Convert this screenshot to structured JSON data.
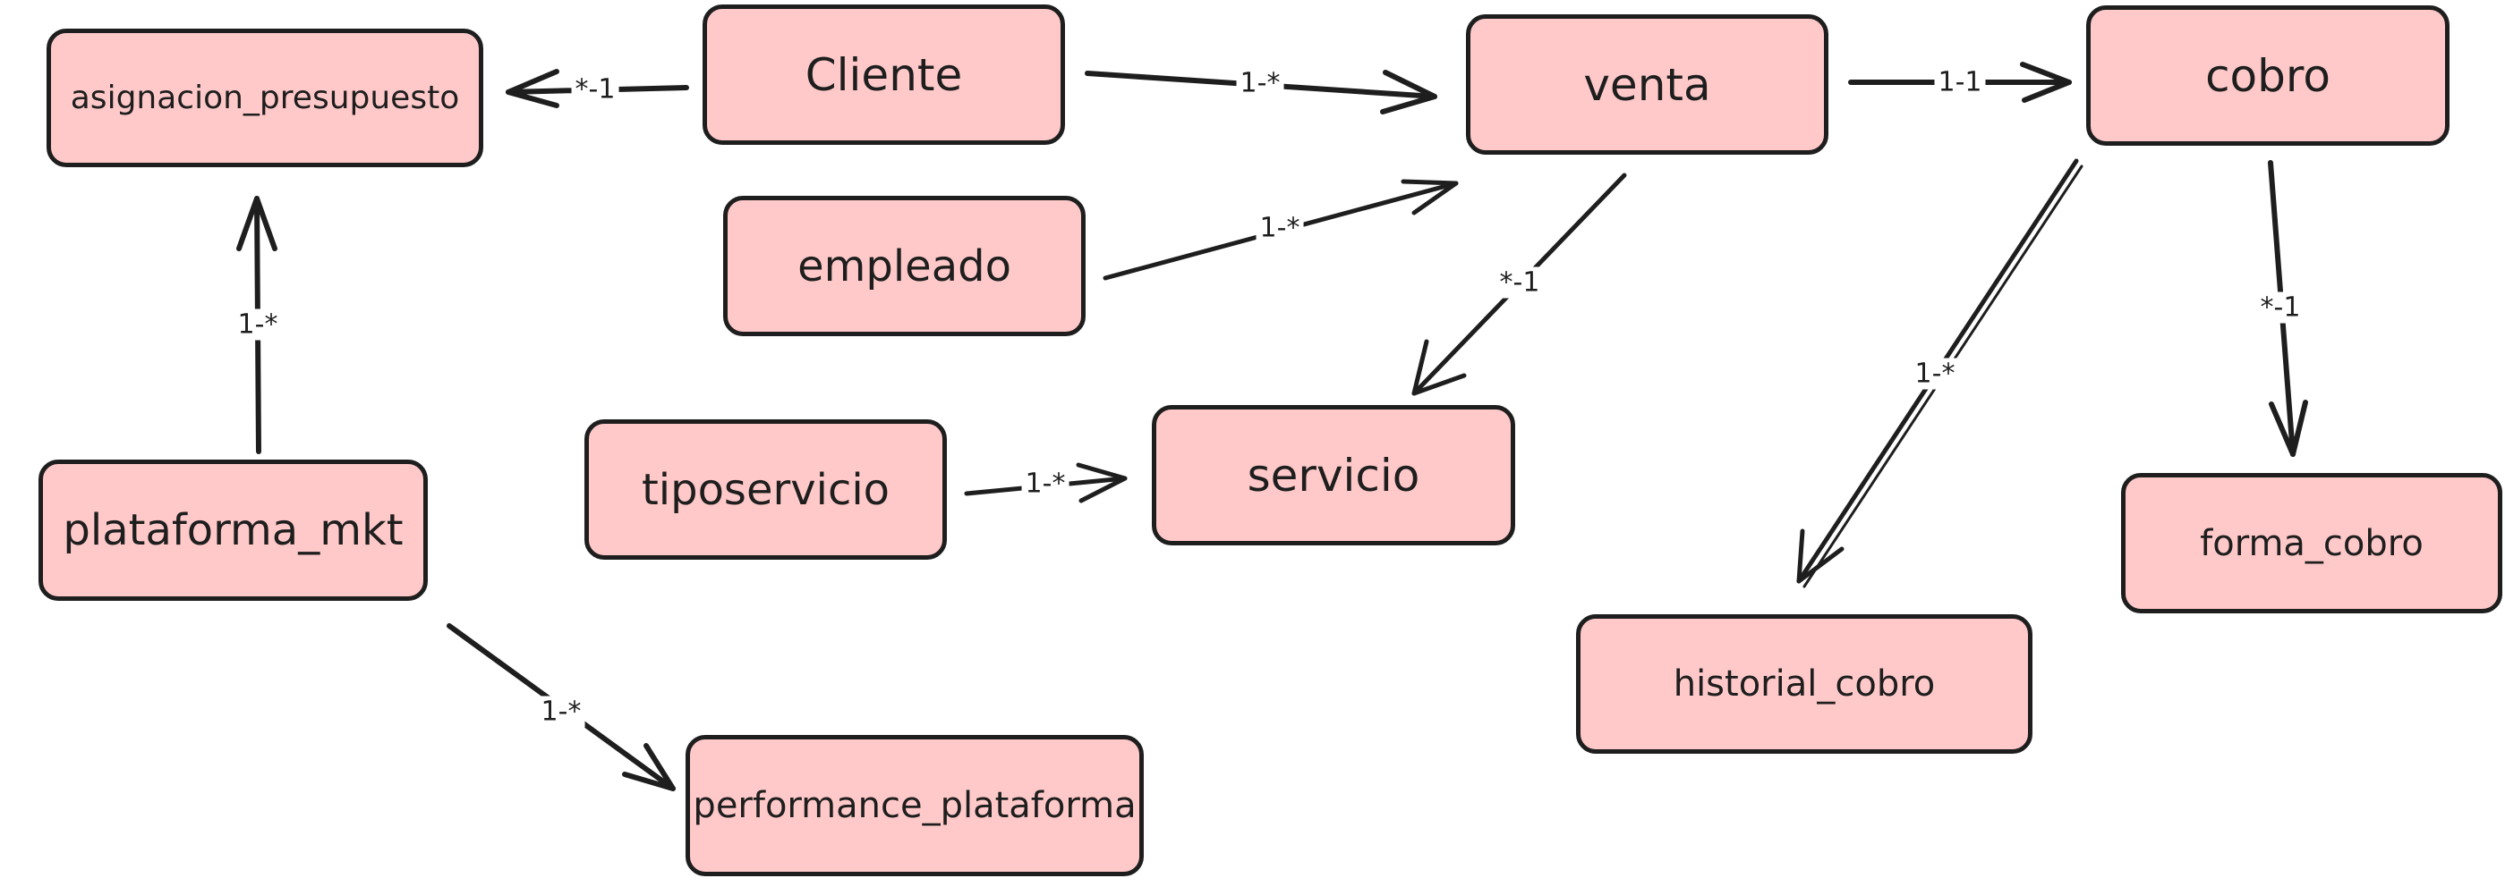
{
  "colors": {
    "node_fill": "#ffc9c9",
    "stroke": "#1e1e1e",
    "background": "#ffffff"
  },
  "nodes": {
    "asignacion_presupuesto": "asignacion_presupuesto",
    "cliente": "Cliente",
    "venta": "venta",
    "cobro": "cobro",
    "empleado": "empleado",
    "servicio": "servicio",
    "tiposervicio": "tiposervicio",
    "plataforma_mkt": "plataforma_mkt",
    "forma_cobro": "forma_cobro",
    "historial_cobro": "historial_cobro",
    "performance_plataforma": "performance_plataforma"
  },
  "edges": [
    {
      "from": "cliente",
      "to": "asignacion_presupuesto",
      "label": "*-1"
    },
    {
      "from": "cliente",
      "to": "venta",
      "label": "1-*"
    },
    {
      "from": "venta",
      "to": "cobro",
      "label": "1-1"
    },
    {
      "from": "empleado",
      "to": "venta",
      "label": "1-*"
    },
    {
      "from": "venta",
      "to": "servicio",
      "label": "*-1"
    },
    {
      "from": "tiposervicio",
      "to": "servicio",
      "label": "1-*"
    },
    {
      "from": "plataforma_mkt",
      "to": "asignacion_presupuesto",
      "label": "1-*"
    },
    {
      "from": "plataforma_mkt",
      "to": "performance_plataforma",
      "label": "1-*"
    },
    {
      "from": "cobro",
      "to": "historial_cobro",
      "label": "1-*"
    },
    {
      "from": "cobro",
      "to": "forma_cobro",
      "label": "*-1"
    }
  ]
}
